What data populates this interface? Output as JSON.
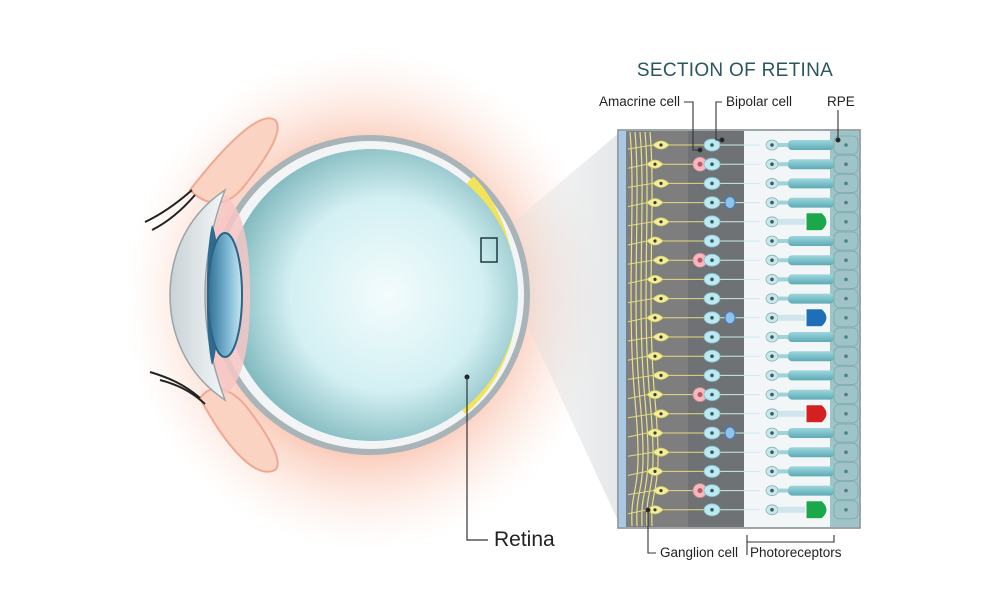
{
  "title": "SECTION OF RETINA",
  "labels": {
    "amacrine": "Amacrine cell",
    "bipolar": "Bipolar cell",
    "rpe": "RPE",
    "ganglion": "Ganglion cell",
    "photoreceptors": "Photoreceptors",
    "retina": "Retina"
  },
  "colors": {
    "skin": "#f7a88a",
    "eyeball": "#cfeff2",
    "lens": "#4a8fb0",
    "retina_layer": "#f2e35a",
    "section_bg": "#7d7d7d",
    "ganglion_cells": "#f4ee9a",
    "bipolar_cells": "#bfe8f0",
    "amacrine_cells": "#f4b8c0",
    "rods": "#7ec6d0",
    "rpe": "#9fc4c8",
    "cone_green": "#1aa84a",
    "cone_blue": "#1e6fb8",
    "cone_red": "#d42020"
  },
  "cones": [
    "green",
    "blue",
    "red",
    "green"
  ]
}
